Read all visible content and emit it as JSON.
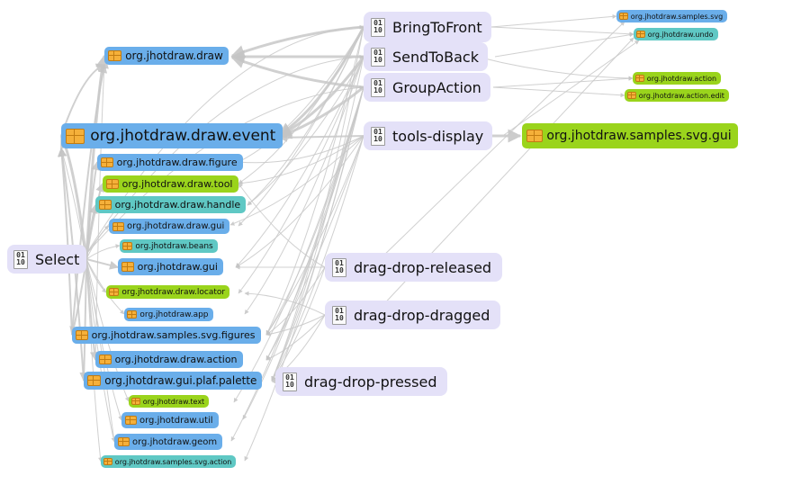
{
  "packages": [
    {
      "id": "samples_svg",
      "label": "org.jhotdraw.samples.svg",
      "color": "blue"
    },
    {
      "id": "undo",
      "label": "org.jhotdraw.undo",
      "color": "teal"
    },
    {
      "id": "action",
      "label": "org.jhotdraw.action",
      "color": "green"
    },
    {
      "id": "action_edit",
      "label": "org.jhotdraw.action.edit",
      "color": "green"
    },
    {
      "id": "draw",
      "label": "org.jhotdraw.draw",
      "color": "blue"
    },
    {
      "id": "draw_event",
      "label": "org.jhotdraw.draw.event",
      "color": "blue"
    },
    {
      "id": "draw_figure",
      "label": "org.jhotdraw.draw.figure",
      "color": "blue"
    },
    {
      "id": "draw_tool",
      "label": "org.jhotdraw.draw.tool",
      "color": "green"
    },
    {
      "id": "draw_handle",
      "label": "org.jhotdraw.draw.handle",
      "color": "teal"
    },
    {
      "id": "draw_gui",
      "label": "org.jhotdraw.draw.gui",
      "color": "blue"
    },
    {
      "id": "beans",
      "label": "org.jhotdraw.beans",
      "color": "teal"
    },
    {
      "id": "gui",
      "label": "org.jhotdraw.gui",
      "color": "blue"
    },
    {
      "id": "draw_locator",
      "label": "org.jhotdraw.draw.locator",
      "color": "green"
    },
    {
      "id": "app",
      "label": "org.jhotdraw.app",
      "color": "blue"
    },
    {
      "id": "svg_figures",
      "label": "org.jhotdraw.samples.svg.figures",
      "color": "blue"
    },
    {
      "id": "draw_action",
      "label": "org.jhotdraw.draw.action",
      "color": "blue"
    },
    {
      "id": "plaf_palette",
      "label": "org.jhotdraw.gui.plaf.palette",
      "color": "blue"
    },
    {
      "id": "text",
      "label": "org.jhotdraw.text",
      "color": "green"
    },
    {
      "id": "util",
      "label": "org.jhotdraw.util",
      "color": "blue"
    },
    {
      "id": "geom",
      "label": "org.jhotdraw.geom",
      "color": "blue"
    },
    {
      "id": "svg_action",
      "label": "org.jhotdraw.samples.svg.action",
      "color": "teal"
    },
    {
      "id": "svg_gui",
      "label": "org.jhotdraw.samples.svg.gui",
      "color": "green"
    }
  ],
  "features": [
    {
      "id": "bring",
      "label": "BringToFront"
    },
    {
      "id": "send",
      "label": "SendToBack"
    },
    {
      "id": "group",
      "label": "GroupAction"
    },
    {
      "id": "tools",
      "label": "tools-display"
    },
    {
      "id": "select",
      "label": "Select"
    },
    {
      "id": "released",
      "label": "drag-drop-released"
    },
    {
      "id": "dragged",
      "label": "drag-drop-dragged"
    },
    {
      "id": "pressed",
      "label": "drag-drop-pressed"
    }
  ],
  "feature_icon_text": {
    "top": "01",
    "bottom": "10"
  },
  "colors": {
    "blue": "#6aaeea",
    "green": "#9ad41c",
    "teal": "#5fc8c4",
    "feature": "#e4e1f8",
    "edge": "#c8c8c8"
  }
}
